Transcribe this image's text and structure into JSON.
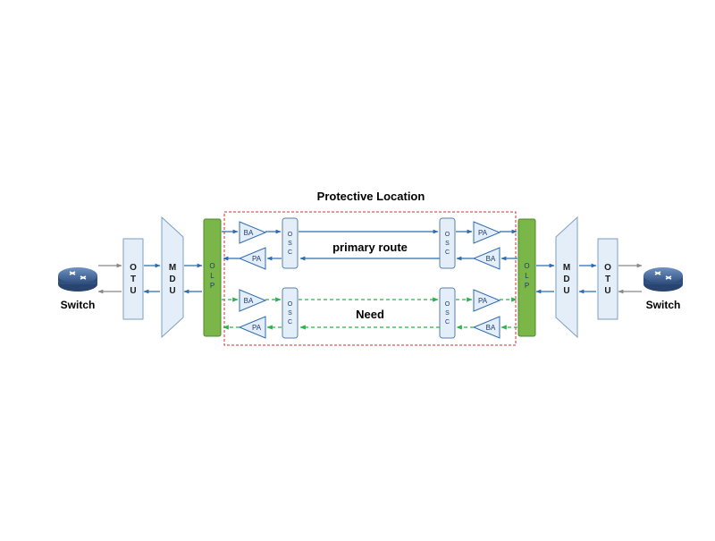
{
  "title": "Protective Location",
  "left_switch": {
    "label": "Switch",
    "icon": "router-switch-icon"
  },
  "right_switch": {
    "label": "Switch",
    "icon": "router-switch-icon"
  },
  "otu": [
    "O",
    "T",
    "U"
  ],
  "mdu": [
    "M",
    "D",
    "U"
  ],
  "olp": [
    "O",
    "L",
    "P"
  ],
  "osc": [
    "O",
    "S",
    "C"
  ],
  "amp": {
    "ba": "BA",
    "pa": "PA"
  },
  "routes": {
    "primary": "primary route",
    "backup": "Need"
  },
  "colors": {
    "box_fill": "#e3eef8",
    "box_stroke": "#7f9fbf",
    "olp_fill": "#7ab648",
    "olp_stroke": "#4e8a2a",
    "primary_line": "#2e6bb0",
    "backup_line": "#2bb24c",
    "grey_arrow": "#888888",
    "dashed_border": "#d03030",
    "switch_body": "#3b5f8f"
  }
}
